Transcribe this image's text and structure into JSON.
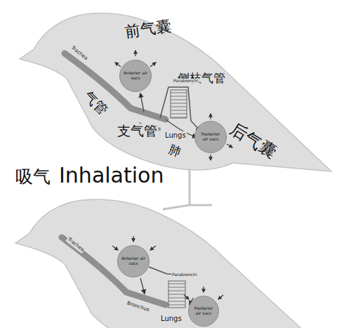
{
  "diagram": {
    "nodes": [
      {
        "text": [
          "Anterior air sacs"
        ]
      },
      {
        "text": [
          "Posterior air sacs"
        ]
      },
      {
        "text": [
          "Anterior air sacs"
        ]
      },
      {
        "text": [
          "Posterior air sacs"
        ]
      }
    ],
    "labels": [
      "前气囊",
      "侧枝气管",
      "Trachea",
      "Parabronchi",
      "气管",
      "Bronchus",
      "支气管",
      "Lungs",
      "肺",
      "后气囊",
      "吸气",
      "Inhalation",
      "Trachea",
      "Parabronchi",
      "Bronchus",
      "Lungs"
    ]
  }
}
